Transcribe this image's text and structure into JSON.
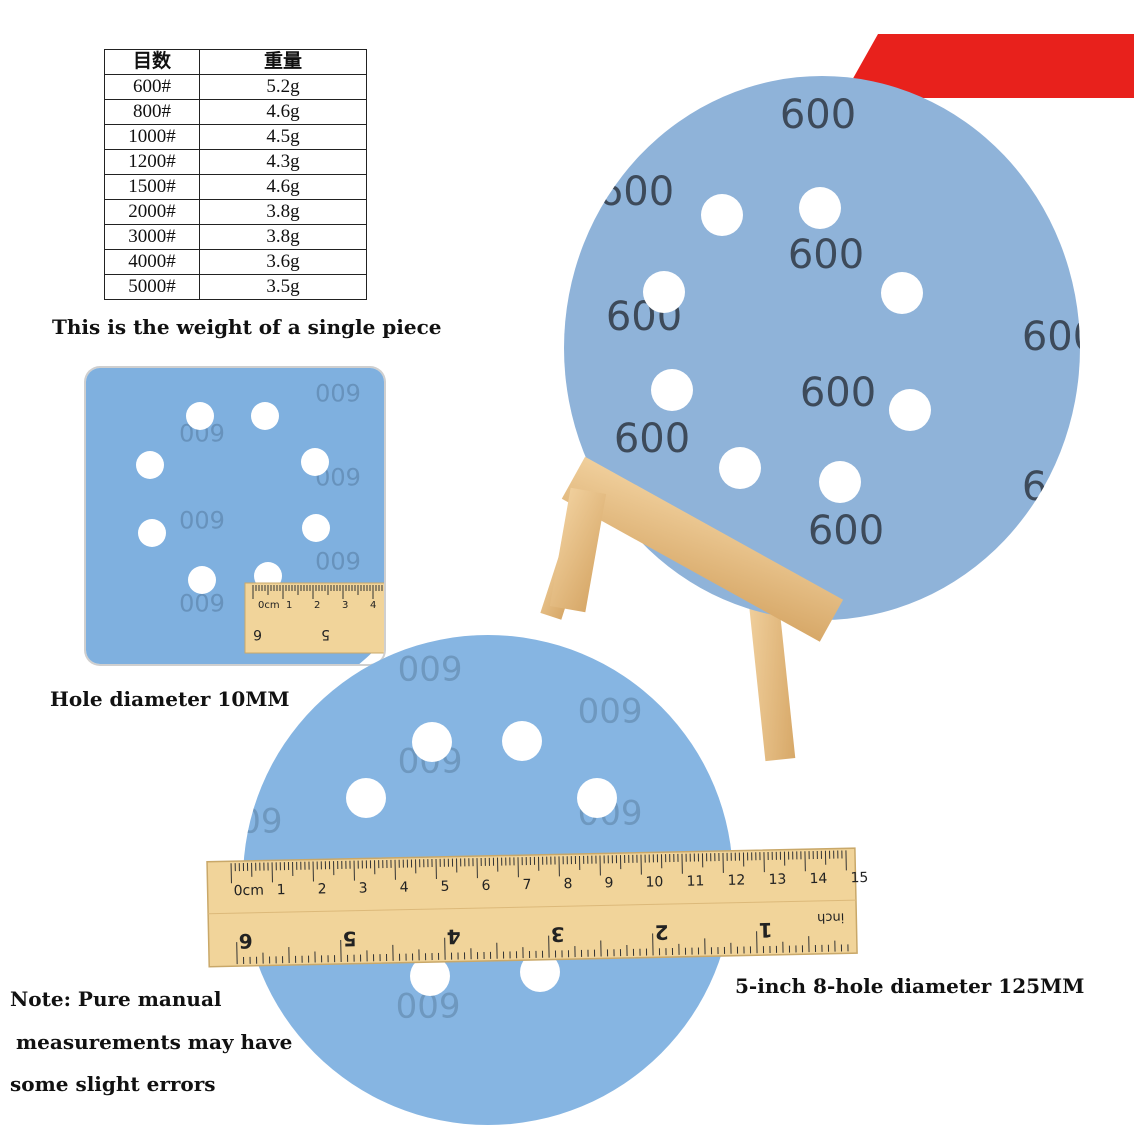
{
  "weight_table": {
    "headers": [
      "目数",
      "重量"
    ],
    "rows": [
      [
        "600#",
        "5.2g"
      ],
      [
        "800#",
        "4.6g"
      ],
      [
        "1000#",
        "4.5g"
      ],
      [
        "1200#",
        "4.3g"
      ],
      [
        "1500#",
        "4.6g"
      ],
      [
        "2000#",
        "3.8g"
      ],
      [
        "3000#",
        "3.8g"
      ],
      [
        "4000#",
        "3.6g"
      ],
      [
        "5000#",
        "3.5g"
      ]
    ]
  },
  "captions": {
    "single_piece": "This is the weight of a single piece",
    "hole_diameter": "Hole diameter 10MM",
    "disc_diameter": "5-inch 8-hole diameter 125MM",
    "note_line1": "Note: Pure manual",
    "note_line2": "measurements may have",
    "note_line3": "some slight errors"
  },
  "disc": {
    "grit_label": "600",
    "color": "#8fb3d9"
  },
  "ruler": {
    "cm_marks": [
      "0cm",
      "1",
      "2",
      "3",
      "4",
      "5",
      "6",
      "7",
      "8",
      "9",
      "10",
      "11",
      "12",
      "13",
      "14",
      "15"
    ],
    "inch_marks": [
      "6",
      "5",
      "4",
      "3",
      "2",
      "1"
    ],
    "inch_label": "inch",
    "small_cm_marks": [
      "0cm",
      "1",
      "2",
      "3",
      "4"
    ],
    "small_inch_marks": [
      "6",
      "5"
    ]
  },
  "colors": {
    "red_banner": "#e8211c",
    "wood": "#e5bd84",
    "ruler": "#f1d49a"
  }
}
